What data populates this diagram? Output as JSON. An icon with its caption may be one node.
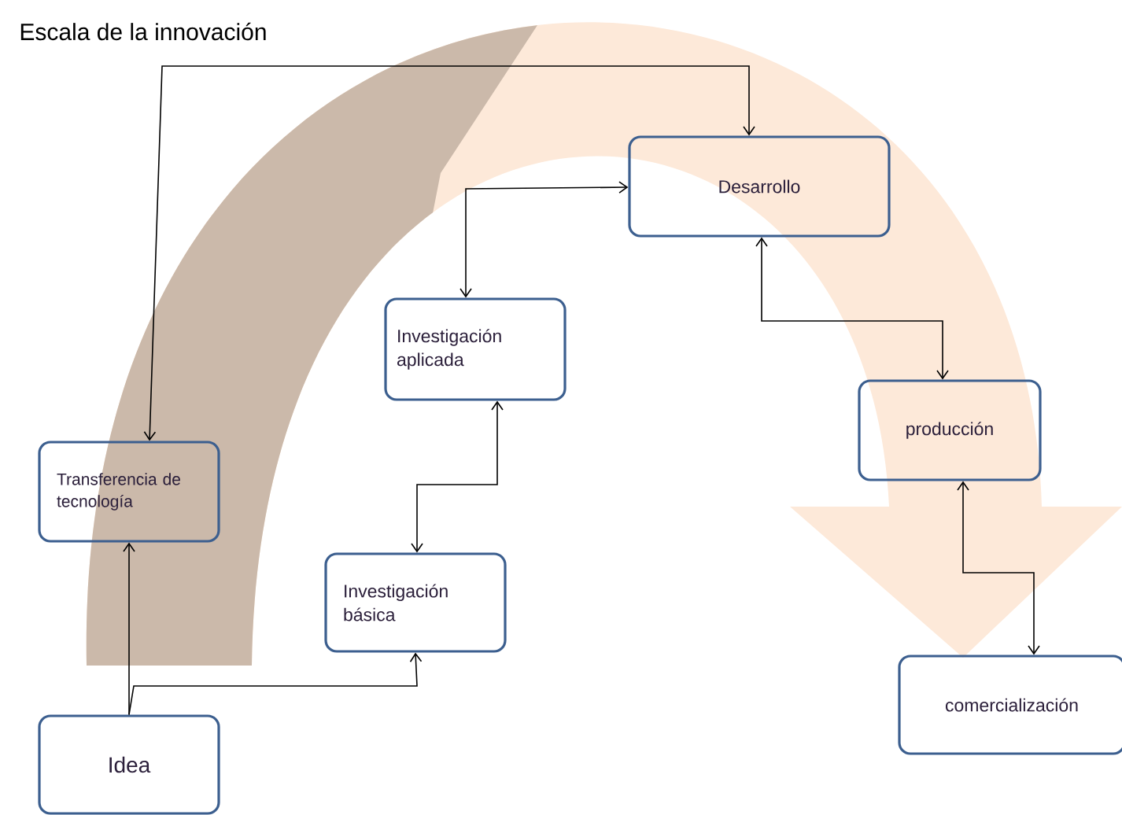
{
  "diagram": {
    "title": "Escala de la innovación",
    "nodes": [
      {
        "text": [
          "Transferencia de tecnología"
        ]
      },
      {
        "text": [
          "Investigación aplicada"
        ]
      },
      {
        "text": [
          "Desarrollo"
        ]
      },
      {
        "text": [
          "producción"
        ]
      },
      {
        "text": [
          "Investigación básica"
        ]
      },
      {
        "text": [
          "Idea"
        ]
      },
      {
        "text": [
          "comercialización"
        ]
      }
    ],
    "edges": [
      {
        "from": 5,
        "to": 0,
        "arrow": "to"
      },
      {
        "from": 5,
        "to": 4,
        "arrow": "to"
      },
      {
        "from": 4,
        "to": 1,
        "arrow": "both"
      },
      {
        "from": 1,
        "to": 2,
        "arrow": "both"
      },
      {
        "from": 2,
        "to": 3,
        "arrow": "both"
      },
      {
        "from": 3,
        "to": 6,
        "arrow": "both"
      },
      {
        "from": 0,
        "to": 2,
        "arrow": "both"
      }
    ]
  }
}
